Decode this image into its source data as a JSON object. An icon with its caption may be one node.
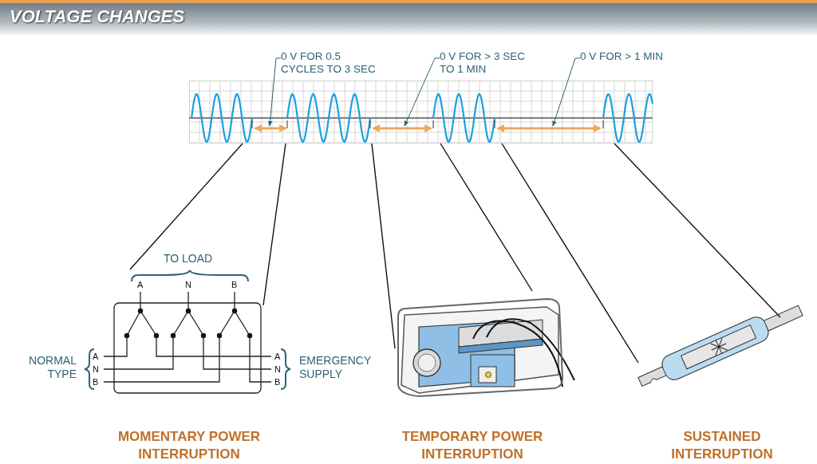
{
  "diagram": {
    "title": "VOLTAGE CHANGES",
    "nodes": [
      {
        "text": [
          "0 V FOR 0.5 CYCLES TO 3 SEC"
        ]
      },
      {
        "text": [
          "0 V FOR > 3 SEC TO 1 MIN"
        ]
      },
      {
        "text": [
          "0 V FOR > 1 MIN"
        ]
      },
      {
        "text": [],
        "shape": "picture"
      },
      {
        "text": [],
        "shape": "picture",
        "beside": [
          "MOMENTARY POWER INTERRUPTION"
        ]
      },
      {
        "text": [],
        "shape": "picture",
        "beside": [
          "TEMPORARY POWER INTERRUPTION"
        ]
      },
      {
        "text": [],
        "shape": "picture",
        "beside": [
          "SUSTAINED INTERRUPTION"
        ]
      }
    ],
    "edges": [
      {
        "from": 0,
        "to": 3,
        "arrow": "to",
        "color": "#2e6277"
      },
      {
        "from": 1,
        "to": 3,
        "arrow": "to",
        "color": "#2e6277"
      },
      {
        "from": 2,
        "to": 3,
        "arrow": "to",
        "color": "#2e6277"
      },
      {
        "from": 3,
        "to": 4,
        "arrow": "none"
      },
      {
        "from": 3,
        "to": 4,
        "arrow": "none"
      },
      {
        "from": 3,
        "to": 5,
        "arrow": "none"
      },
      {
        "from": 3,
        "to": 5,
        "arrow": "none"
      },
      {
        "from": 3,
        "to": 6,
        "arrow": "none"
      },
      {
        "from": 3,
        "to": 6,
        "arrow": "none"
      }
    ],
    "labels": [
      "TO LOAD",
      "A",
      "N",
      "B",
      "NORMAL TYPE",
      "A",
      "N",
      "B",
      "A",
      "N",
      "B",
      "EMERGENCY SUPPLY"
    ]
  }
}
